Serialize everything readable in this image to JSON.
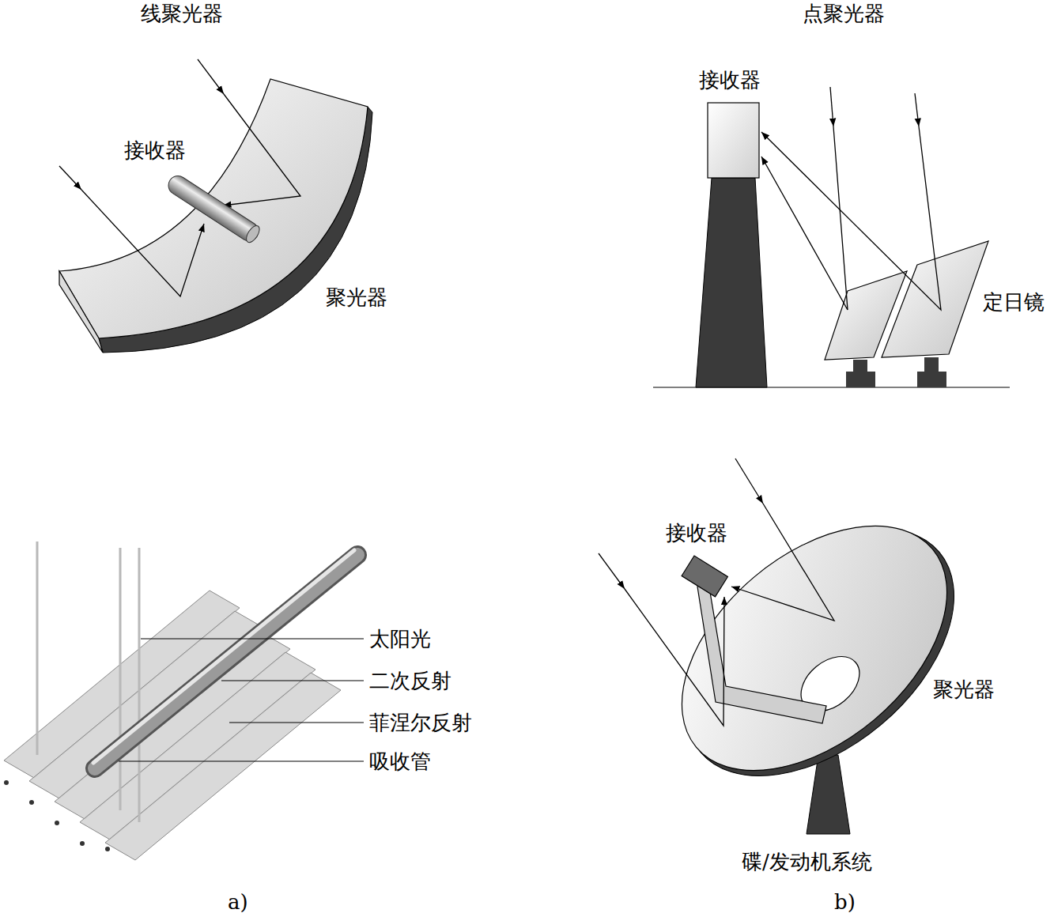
{
  "diagram": {
    "labels": [
      "线聚光器",
      "点聚光器",
      "接收器",
      "聚光器",
      "接收器",
      "定日镜",
      "太阳光",
      "二次反射",
      "菲涅尔反射",
      "吸收管",
      "接收器",
      "聚光器",
      "碟/发动机系统",
      "a)",
      "b)"
    ]
  }
}
